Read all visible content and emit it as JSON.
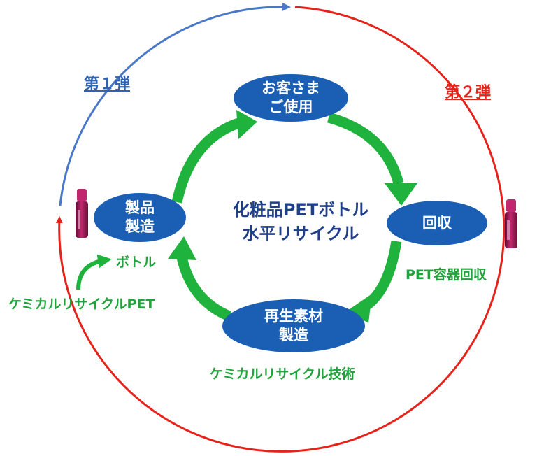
{
  "phase1": "第１弾",
  "phase2": "第２弾",
  "center": {
    "line1": "化粧品PETボトル",
    "line2": "水平リサイクル"
  },
  "nodes": {
    "use": {
      "line1": "お客さま",
      "line2": "ご使用"
    },
    "collect": {
      "line1": "回収"
    },
    "material": {
      "line1": "再生素材",
      "line2": "製造"
    },
    "product": {
      "line1": "製品",
      "line2": "製造"
    }
  },
  "labels": {
    "pet_collect": "PET容器回収",
    "chem_tech": "ケミカルリサイクル技術",
    "chem_pet": "ケミカルリサイクルPET",
    "bottle": "ボトル"
  },
  "colors": {
    "node_fill": "#1b5fb5",
    "cycle_arrow": "#1fb23c",
    "phase1_arc": "#4a78c8",
    "phase2_arc": "#e5231b",
    "bottle": "#a01a5a"
  },
  "icons": [
    "cosmetic-bottle-icon",
    "cosmetic-bottle-icon"
  ]
}
